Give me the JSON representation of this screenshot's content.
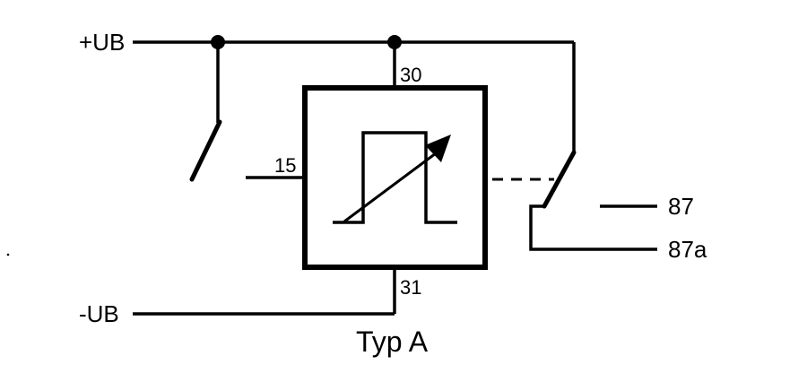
{
  "diagram": {
    "labels": {
      "plus_ub": "+UB",
      "minus_ub": "-UB",
      "pin_30": "30",
      "pin_15": "15",
      "pin_31": "31",
      "pin_87": "87",
      "pin_87a": "87a",
      "caption": "Typ A"
    },
    "colors": {
      "line": "#000000",
      "background": "#ffffff"
    }
  }
}
